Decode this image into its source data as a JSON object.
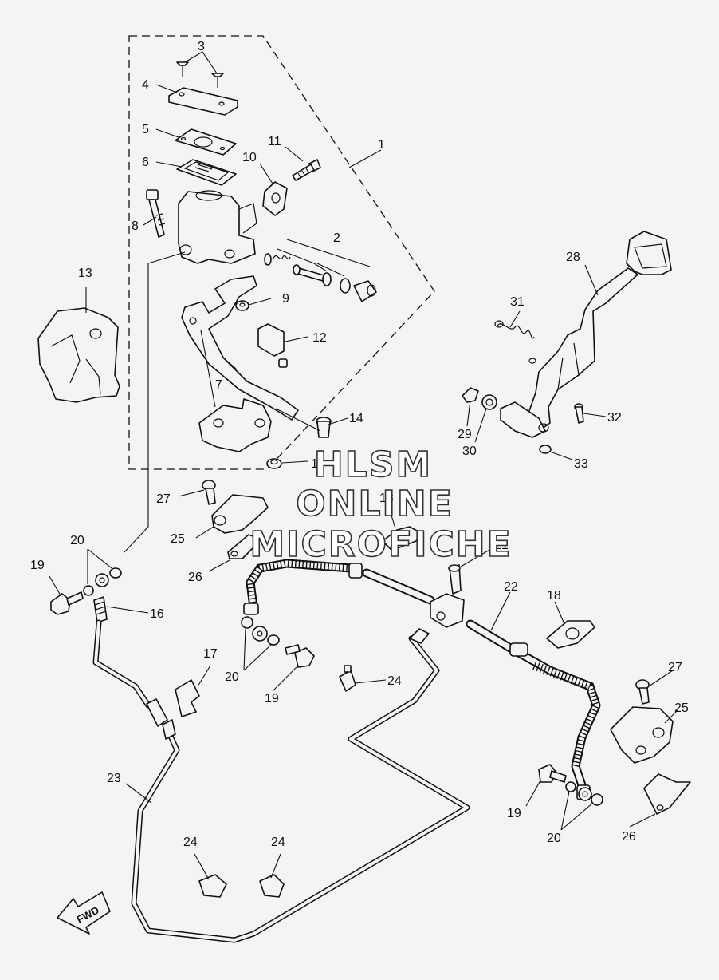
{
  "diagram": {
    "watermark": {
      "line1": "HLSM",
      "line2": "ONLINE",
      "line3": "MICROFICHE"
    },
    "fwd_label": "FWD",
    "labels": {
      "l1": "1",
      "l2": "2",
      "l3": "3",
      "l4": "4",
      "l5": "5",
      "l6": "6",
      "l7": "7",
      "l8": "8",
      "l9": "9",
      "l10": "10",
      "l11": "11",
      "l12": "12",
      "l13": "13",
      "l14": "14",
      "l15": "15",
      "l16": "16",
      "l17": "17",
      "l18a": "18",
      "l18b": "18",
      "l19a": "19",
      "l19b": "19",
      "l19c": "19",
      "l20a": "20",
      "l20b": "20",
      "l20c": "20",
      "l21": "21",
      "l22": "22",
      "l23": "23",
      "l24a": "24",
      "l24b": "24",
      "l24c": "24",
      "l25a": "25",
      "l25b": "25",
      "l26a": "26",
      "l26b": "26",
      "l27a": "27",
      "l27b": "27",
      "l28": "28",
      "l29": "29",
      "l30": "30",
      "l31": "31",
      "l32": "32",
      "l33": "33"
    }
  }
}
